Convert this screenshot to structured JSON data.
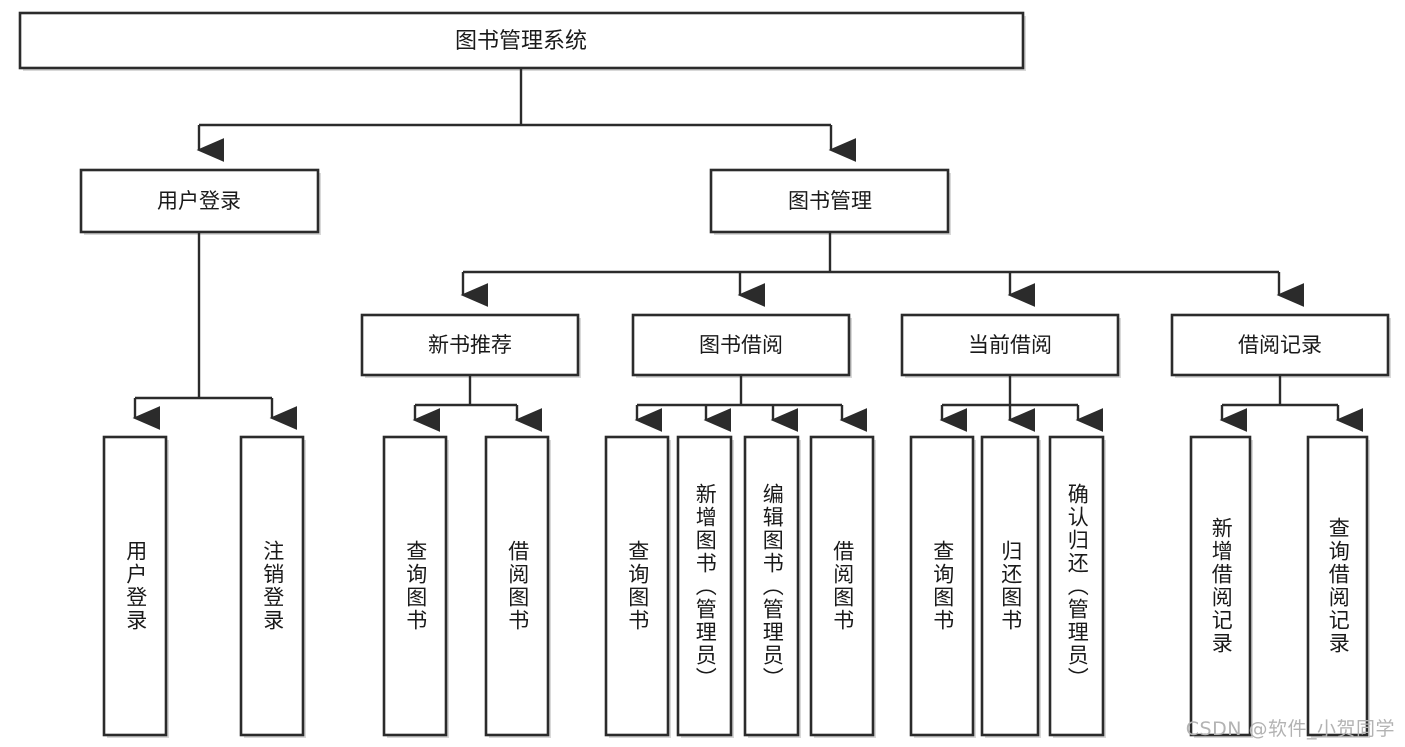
{
  "diagram": {
    "title": "图书管理系统",
    "type": "tree",
    "watermark": "CSDN @软件_小贺同学",
    "colors": {
      "box_stroke": "#2b2b2b",
      "box_fill": "#ffffff",
      "connector": "#2b2b2b",
      "text": "#1a1a1a",
      "watermark": "#b3b3b3",
      "background": "#ffffff"
    },
    "root": {
      "label": "图书管理系统"
    },
    "level2": [
      {
        "label": "用户登录"
      },
      {
        "label": "图书管理"
      }
    ],
    "level3": [
      {
        "label": "新书推荐"
      },
      {
        "label": "图书借阅"
      },
      {
        "label": "当前借阅"
      },
      {
        "label": "借阅记录"
      }
    ],
    "leaves": {
      "user_login": [
        {
          "label": "用户登录"
        },
        {
          "label": "注销登录"
        }
      ],
      "new_book_recommend": [
        {
          "label": "查询图书"
        },
        {
          "label": "借阅图书"
        }
      ],
      "book_borrow": [
        {
          "label": "查询图书"
        },
        {
          "label": "新增图书（管理员）"
        },
        {
          "label": "编辑图书（管理员）"
        },
        {
          "label": "借阅图书"
        }
      ],
      "current_borrow": [
        {
          "label": "查询图书"
        },
        {
          "label": "归还图书"
        },
        {
          "label": "确认归还（管理员）"
        }
      ],
      "borrow_record": [
        {
          "label": "新增借阅记录"
        },
        {
          "label": "查询借阅记录"
        }
      ]
    }
  }
}
